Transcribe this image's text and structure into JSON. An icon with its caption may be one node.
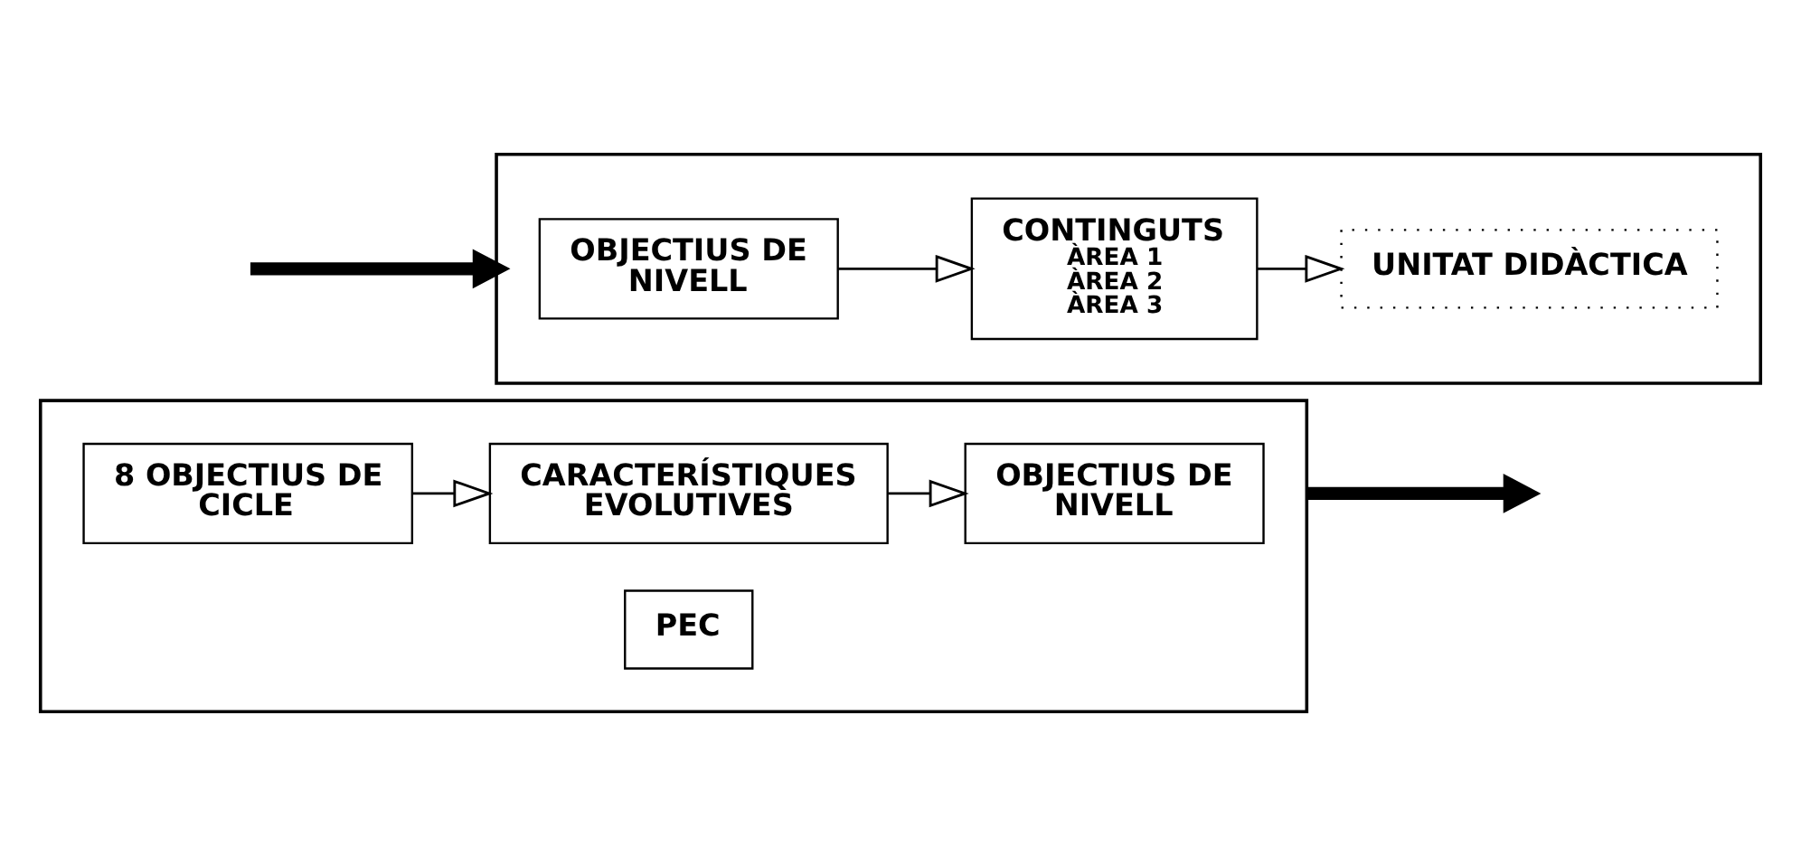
{
  "diagram": {
    "nodes": [
      {
        "text": [],
        "shape": "box"
      },
      {
        "text": [
          "8 OBJECTIUS DE CICLE"
        ],
        "in": 0
      },
      {
        "text": [
          "PEC"
        ],
        "in": 0
      },
      {
        "text": [
          "CARACTERÍSTIQUES EVOLUTIVES"
        ],
        "in": 0
      },
      {
        "text": [
          "OBJECTIUS DE NIVELL"
        ],
        "in": 0
      },
      {
        "text": [],
        "shape": "box"
      },
      {
        "text": [
          "OBJECTIUS DE NIVELL"
        ],
        "in": 5
      },
      {
        "text": [
          "CONTINGUTS",
          "ÀREA 1",
          "ÀREA 2",
          "ÀREA 3"
        ],
        "in": 5
      },
      {
        "text": [
          "UNITAT DIDÀCTICA"
        ],
        "in": 5
      }
    ],
    "edges": [
      {
        "from": 1,
        "to": 3,
        "arrow": "to"
      },
      {
        "from": 3,
        "to": 4,
        "arrow": "to"
      },
      {
        "from": 0,
        "to": null,
        "arrow": "to",
        "style": "thick"
      },
      {
        "from": null,
        "to": 5,
        "arrow": "to",
        "style": "thick"
      },
      {
        "from": 6,
        "to": 7,
        "arrow": "to"
      },
      {
        "from": 7,
        "to": 8,
        "arrow": "to"
      }
    ]
  }
}
